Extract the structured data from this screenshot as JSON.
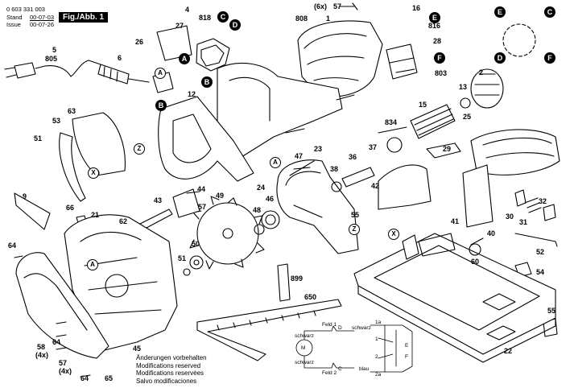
{
  "header": {
    "doc_number": "0 603 331 003",
    "stand_label": "Stand",
    "stand_date": "00-07-03",
    "issue_label": "Issue",
    "issue_date": "00-07-26",
    "figure_label": "Fig./Abb. 1"
  },
  "part_labels": [
    "4",
    "818",
    "27",
    "26",
    "5",
    "805",
    "6",
    "12",
    "808",
    "1",
    "57",
    "(6x)",
    "16",
    "816",
    "28",
    "2",
    "13",
    "803",
    "15",
    "834",
    "25",
    "29",
    "53",
    "63",
    "51",
    "9",
    "47",
    "36",
    "37",
    "38",
    "23",
    "24",
    "46",
    "42",
    "44",
    "43",
    "49",
    "48",
    "66",
    "21",
    "62",
    "57",
    "55",
    "50",
    "41",
    "40",
    "51",
    "30",
    "31",
    "32",
    "52",
    "60",
    "54",
    "64",
    "899",
    "650",
    "58",
    "(4x)",
    "64",
    "57",
    "(4x)",
    "45",
    "64",
    "65",
    "55",
    "22"
  ],
  "markers": {
    "filled": [
      "C",
      "D",
      "A",
      "B",
      "B",
      "E",
      "F",
      "E",
      "C",
      "D",
      "F"
    ],
    "outlined": [
      "A",
      "Z",
      "X",
      "Z",
      "X",
      "A",
      "A"
    ]
  },
  "wiring": {
    "labels": [
      "Feld 1",
      "D",
      "schwarz",
      "schwarz",
      "M",
      "schwarz",
      "Feld 2",
      "C",
      "blau",
      "1a",
      "1",
      "2",
      "2a",
      "E",
      "F"
    ]
  },
  "notes": [
    "Änderungen vorbehalten",
    "Modifications reserved",
    "Modifications reservées",
    "Salvo modificaciones"
  ]
}
